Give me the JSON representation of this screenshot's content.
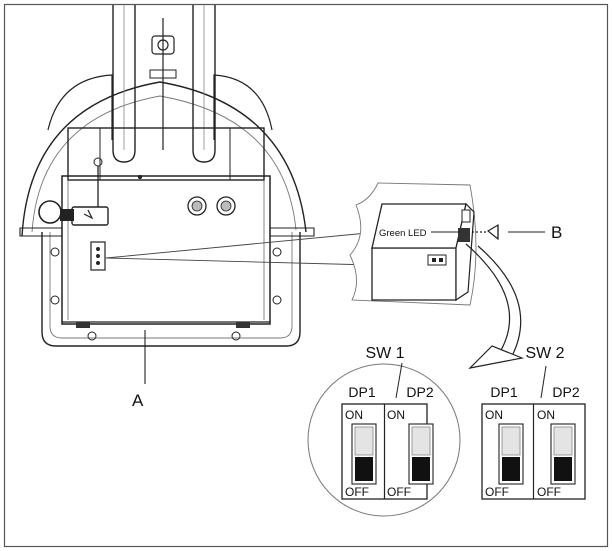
{
  "labels": {
    "a": "A",
    "b": "B",
    "green_led": "Green LED"
  },
  "switches": [
    {
      "name": "SW 1",
      "dips": [
        {
          "label": "DP1",
          "on": "ON",
          "off": "OFF",
          "state": "OFF"
        },
        {
          "label": "DP2",
          "on": "ON",
          "off": "OFF",
          "state": "OFF"
        }
      ]
    },
    {
      "name": "SW 2",
      "dips": [
        {
          "label": "DP1",
          "on": "ON",
          "off": "OFF",
          "state": "OFF"
        },
        {
          "label": "DP2",
          "on": "ON",
          "off": "OFF",
          "state": "OFF"
        }
      ]
    }
  ]
}
